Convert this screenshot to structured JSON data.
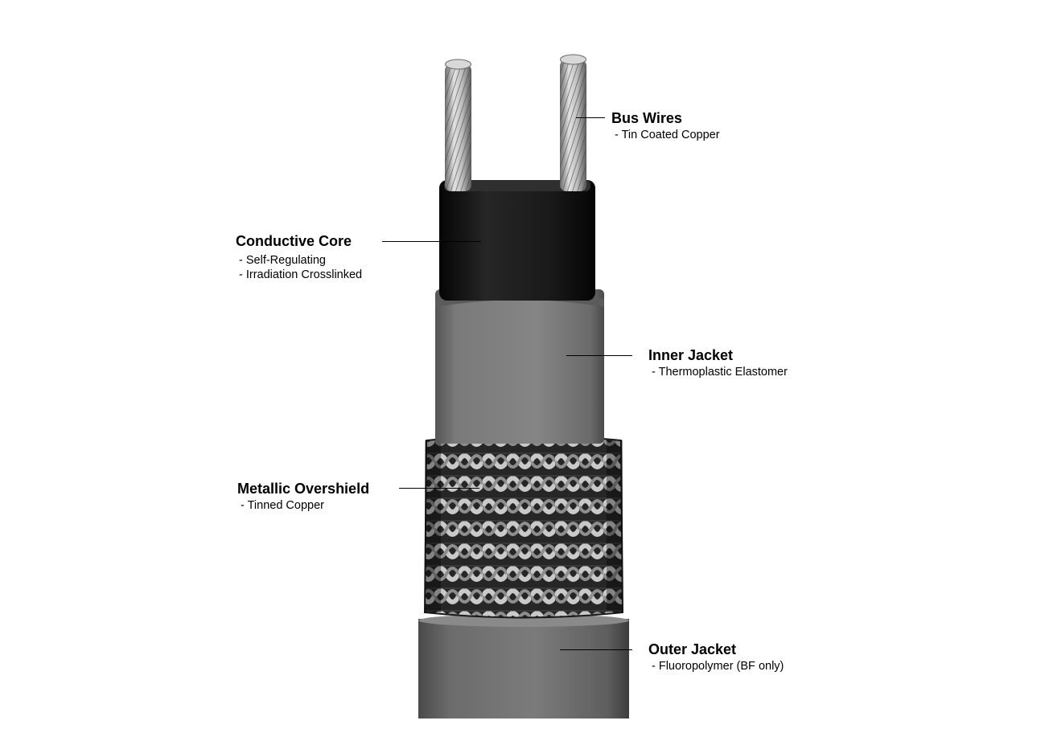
{
  "labels": {
    "bus_wires": {
      "title": "Bus Wires",
      "lines": [
        "- Tin Coated Copper"
      ]
    },
    "conductive_core": {
      "title": "Conductive Core",
      "lines": [
        "- Self-Regulating",
        "- Irradiation Crosslinked"
      ]
    },
    "inner_jacket": {
      "title": "Inner Jacket",
      "lines": [
        "- Thermoplastic Elastomer"
      ]
    },
    "metallic_overshield": {
      "title": "Metallic Overshield",
      "lines": [
        "- Tinned Copper"
      ]
    },
    "outer_jacket": {
      "title": "Outer Jacket",
      "lines": [
        "- Fluoropolymer (BF only)"
      ]
    }
  },
  "colors": {
    "background": "#ffffff",
    "outer_jacket": "#6e6e6e",
    "inner_jacket": "#7a7a7a",
    "core": "#141414",
    "braid": "#3a3a3a",
    "wire": "#b8b8b8",
    "text": "#000000"
  }
}
